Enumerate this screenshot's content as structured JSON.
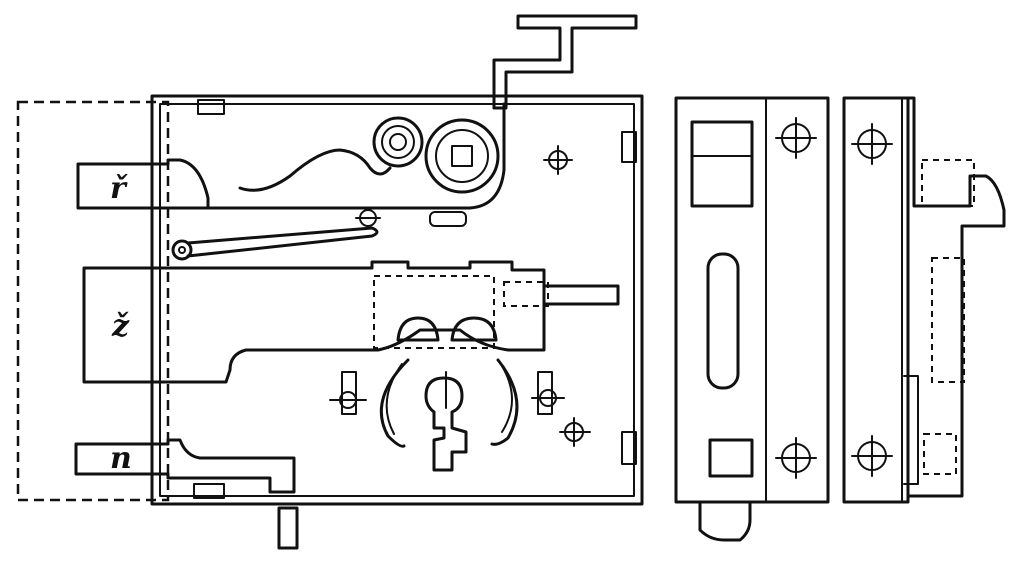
{
  "labels": {
    "upper_bolt": "ř",
    "middle_bolt": "ž",
    "lower_bolt": "n"
  },
  "colors": {
    "ink": "#111111",
    "paper": "#ffffff"
  }
}
